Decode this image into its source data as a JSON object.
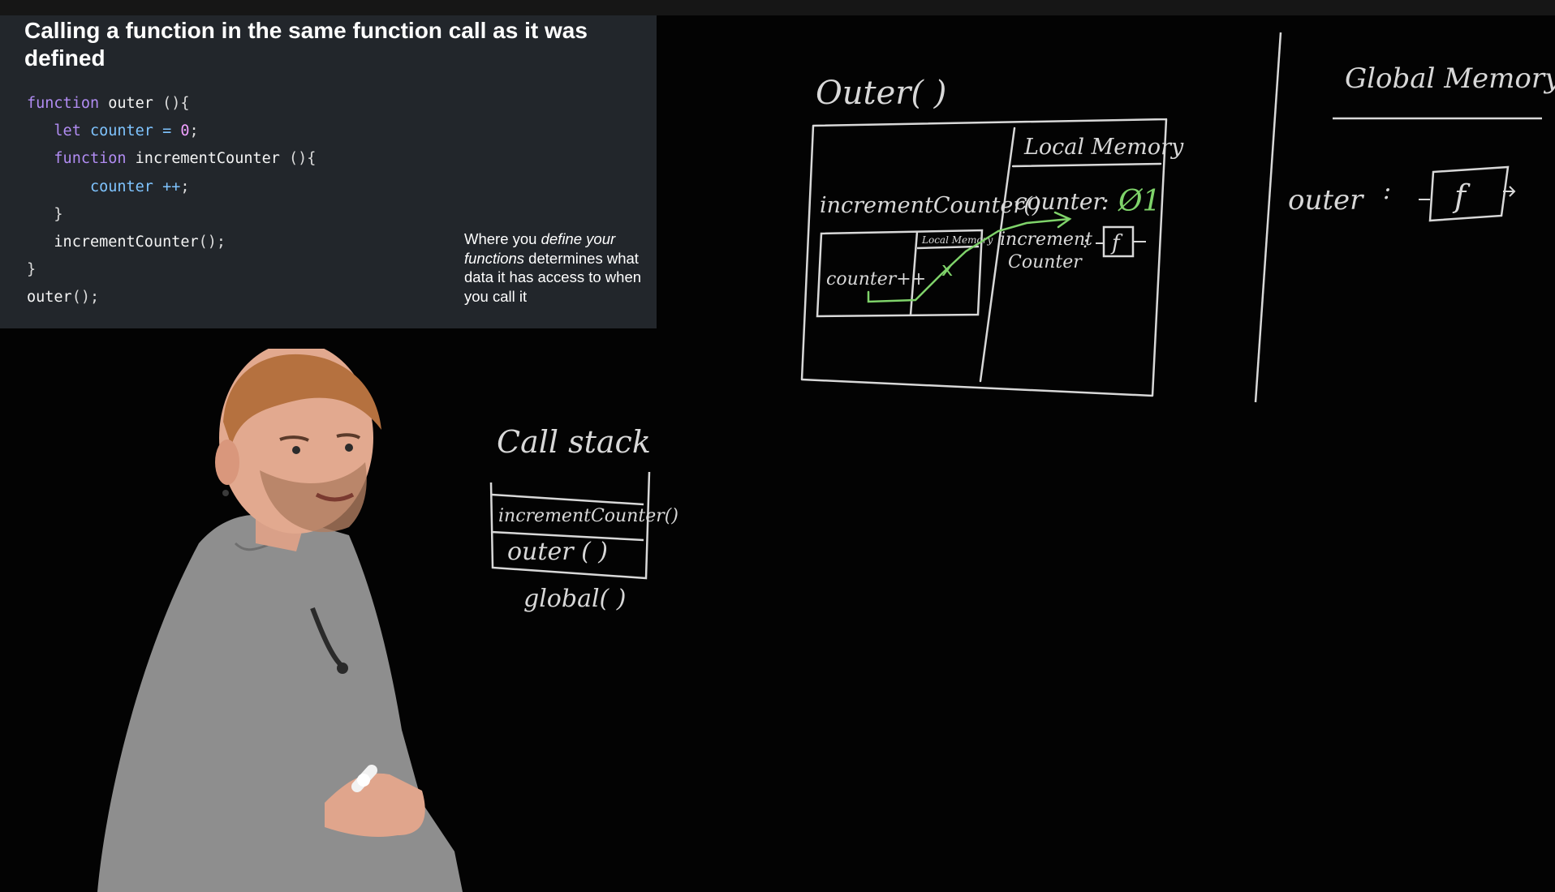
{
  "slide": {
    "title": "Calling a function in the same function call as it was defined",
    "code_lines": [
      {
        "indent": "",
        "tokens": [
          {
            "t": "function",
            "c": "kw"
          },
          {
            "t": " ",
            "c": "punc"
          },
          {
            "t": "outer",
            "c": "fn"
          },
          {
            "t": " (){",
            "c": "punc"
          }
        ]
      },
      {
        "indent": "   ",
        "tokens": [
          {
            "t": "let",
            "c": "kw"
          },
          {
            "t": " ",
            "c": "punc"
          },
          {
            "t": "counter",
            "c": "var"
          },
          {
            "t": " = ",
            "c": "var"
          },
          {
            "t": "0",
            "c": "num"
          },
          {
            "t": ";",
            "c": "punc"
          }
        ]
      },
      {
        "indent": "   ",
        "tokens": [
          {
            "t": "function",
            "c": "kw"
          },
          {
            "t": " ",
            "c": "punc"
          },
          {
            "t": "incrementCounter",
            "c": "fn"
          },
          {
            "t": " (){",
            "c": "punc"
          }
        ]
      },
      {
        "indent": "       ",
        "tokens": [
          {
            "t": "counter",
            "c": "var"
          },
          {
            "t": " ++",
            "c": "var"
          },
          {
            "t": ";",
            "c": "punc"
          }
        ]
      },
      {
        "indent": "   ",
        "tokens": [
          {
            "t": "}",
            "c": "punc"
          }
        ]
      },
      {
        "indent": "   ",
        "tokens": [
          {
            "t": "incrementCounter",
            "c": "fn"
          },
          {
            "t": "();",
            "c": "punc"
          }
        ]
      },
      {
        "indent": "",
        "tokens": [
          {
            "t": "}",
            "c": "punc"
          }
        ]
      },
      {
        "indent": "",
        "tokens": [
          {
            "t": "outer",
            "c": "fn"
          },
          {
            "t": "();",
            "c": "punc"
          }
        ]
      }
    ],
    "note_parts": [
      {
        "t": "Where you ",
        "em": false
      },
      {
        "t": "define your functions",
        "em": true
      },
      {
        "t": " determines what data it has access to when you call it",
        "em": false
      }
    ]
  },
  "board": {
    "outer_label": "Outer( )",
    "local_memory_label": "Local Memory",
    "increment_call_label": "incrementCounter()",
    "inner_local_memory_label": "Local Memory",
    "counter_pp_label": "counter++",
    "counter_entry_label": "counter",
    "counter_colon": ":",
    "counter_values": "Ø1",
    "increment_counter_entry_label": "increment Counter",
    "f_label": "f",
    "global_memory_label": "Global Memory",
    "global_outer_label": "outer",
    "global_colon": ":",
    "global_f_label": "f",
    "call_stack_label": "Call stack",
    "stack_items": [
      "incrementCounter()",
      "outer ( )"
    ],
    "stack_global": "global( )",
    "x_mark": "x"
  },
  "colors": {
    "chalk": "#d8d8d8",
    "green_chalk": "#7fd36a",
    "panel_bg": "#22262b"
  }
}
